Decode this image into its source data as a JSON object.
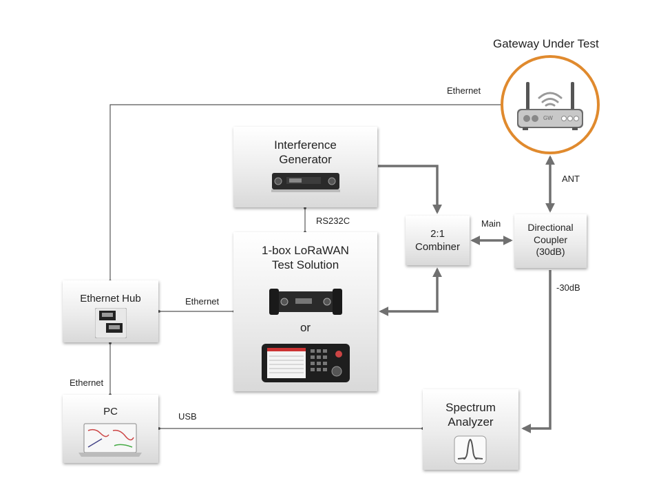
{
  "title": "Gateway Under Test",
  "boxes": {
    "interference_generator": "Interference\nGenerator",
    "test_solution": "1-box LoRaWAN\nTest Solution",
    "or": "or",
    "combiner": "2:1\nCombiner",
    "directional_coupler": "Directional\nCoupler\n(30dB)",
    "ethernet_hub": "Ethernet Hub",
    "pc": "PC",
    "spectrum_analyzer": "Spectrum\nAnalyzer"
  },
  "gateway": {
    "badge": "GW"
  },
  "links": {
    "ethernet_top": "Ethernet",
    "ethernet_hub_to_solution": "Ethernet",
    "ethernet_hub_to_pc": "Ethernet",
    "rs232c": "RS232C",
    "main": "Main",
    "ant": "ANT",
    "minus_30db": "-30dB",
    "usb": "USB"
  },
  "colors": {
    "gateway_ring": "#e08a2e",
    "rf_arrow": "#707070",
    "data_line": "#555555"
  }
}
